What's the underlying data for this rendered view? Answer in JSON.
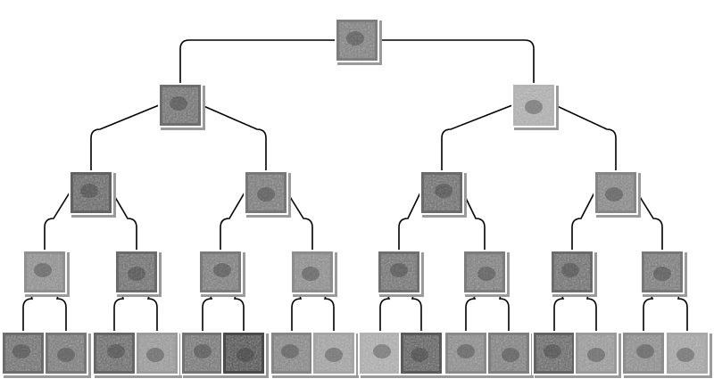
{
  "tree": {
    "depth": 5,
    "branching": 2,
    "node_count": 31,
    "node_style": {
      "frame_color": "#ffffff",
      "shadow_color": "#9a9a9a",
      "edge_color": "#000000"
    },
    "nodes": [
      {
        "id": "0",
        "tone": "#7d7d7d"
      },
      {
        "id": "00",
        "tone": "#6e6e6e"
      },
      {
        "id": "01",
        "tone": "#b4b4b4"
      },
      {
        "id": "000",
        "tone": "#626262"
      },
      {
        "id": "001",
        "tone": "#777777"
      },
      {
        "id": "010",
        "tone": "#6a6a6a"
      },
      {
        "id": "011",
        "tone": "#858585"
      },
      {
        "id": "0000",
        "tone": "#8f8f8f"
      },
      {
        "id": "0001",
        "tone": "#6a6a6a"
      },
      {
        "id": "0010",
        "tone": "#7a7a7a"
      },
      {
        "id": "0011",
        "tone": "#8c8c8c"
      },
      {
        "id": "0100",
        "tone": "#6f6f6f"
      },
      {
        "id": "0101",
        "tone": "#7c7c7c"
      },
      {
        "id": "0110",
        "tone": "#6b6b6b"
      },
      {
        "id": "0111",
        "tone": "#777777"
      },
      {
        "id": "00000",
        "tone": "#6c6c6c"
      },
      {
        "id": "00001",
        "tone": "#777777"
      },
      {
        "id": "00010",
        "tone": "#666666"
      },
      {
        "id": "00011",
        "tone": "#9b9b9b"
      },
      {
        "id": "00100",
        "tone": "#737373"
      },
      {
        "id": "00101",
        "tone": "#4a4a4a"
      },
      {
        "id": "00110",
        "tone": "#858585"
      },
      {
        "id": "00111",
        "tone": "#a5a5a5"
      },
      {
        "id": "01000",
        "tone": "#b2b2b2"
      },
      {
        "id": "01001",
        "tone": "#5a5a5a"
      },
      {
        "id": "01010",
        "tone": "#8a8a8a"
      },
      {
        "id": "01011",
        "tone": "#7e7e7e"
      },
      {
        "id": "01100",
        "tone": "#636363"
      },
      {
        "id": "01101",
        "tone": "#9a9a9a"
      },
      {
        "id": "01110",
        "tone": "#8d8d8d"
      },
      {
        "id": "01111",
        "tone": "#a8a8a8"
      }
    ]
  }
}
